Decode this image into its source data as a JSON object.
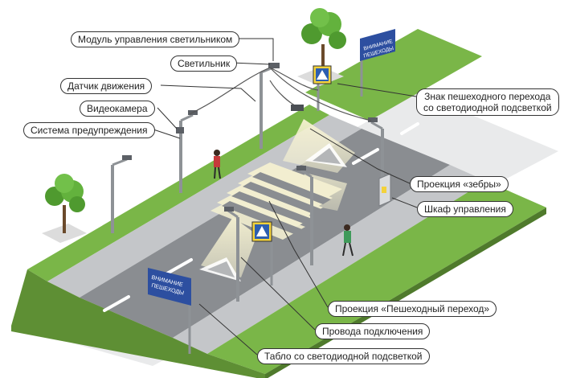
{
  "callouts": {
    "control_module": "Модуль управления светильником",
    "lamp": "Светильник",
    "motion_sensor": "Датчик движения",
    "camera": "Видеокамера",
    "warning_system": "Система предупреждения",
    "crossing_sign_line1": "Знак пешеходного перехода",
    "crossing_sign_line2": "со светодиодной подсветкой",
    "zebra_projection": "Проекция «зебры»",
    "control_cabinet": "Шкаф управления",
    "crossing_projection": "Проекция «Пешеходный переход»",
    "connection_wires": "Провода подключения",
    "led_board": "Табло со светодиодной подсветкой"
  },
  "boards": {
    "left_line1": "ВНИМАНИЕ",
    "left_line2": "ПЕШЕХОДЫ",
    "right_line1": "ВНИМАНИЕ",
    "right_line2": "ПЕШЕХОДЫ"
  },
  "colors": {
    "grass": "#7ab648",
    "road": "#8a8d91",
    "sidewalk": "#c3c5c8",
    "board": "#2d4fa0",
    "beam": "#f3efc8"
  },
  "icons": [
    "tree",
    "street-lamp",
    "pedestrian",
    "crossing-sign",
    "control-cabinet",
    "camera"
  ]
}
